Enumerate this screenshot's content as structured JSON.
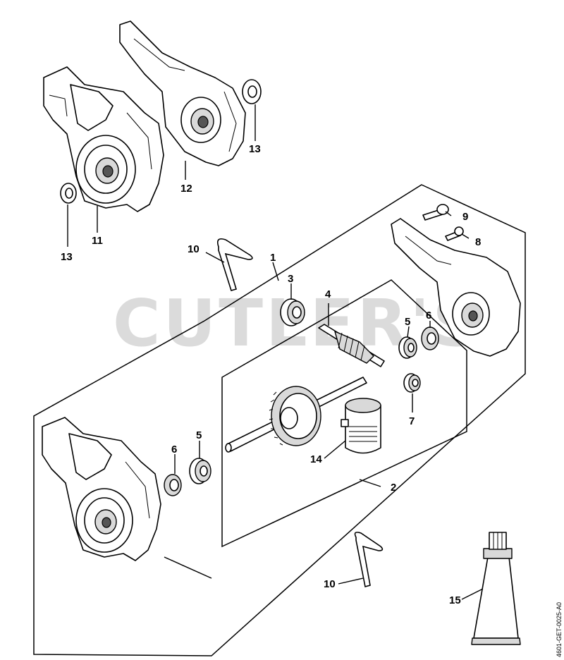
{
  "watermark": "CUTLER'S",
  "doc_ref": "4601-GET-0025-A0",
  "callouts": {
    "c1": "1",
    "c2": "2",
    "c3": "3",
    "c4": "4",
    "c5a": "5",
    "c5b": "5",
    "c6a": "6",
    "c6b": "6",
    "c7": "7",
    "c8": "8",
    "c9": "9",
    "c10a": "10",
    "c10b": "10",
    "c11": "11",
    "c12": "12",
    "c13a": "13",
    "c13b": "13",
    "c14": "14",
    "c15": "15"
  }
}
